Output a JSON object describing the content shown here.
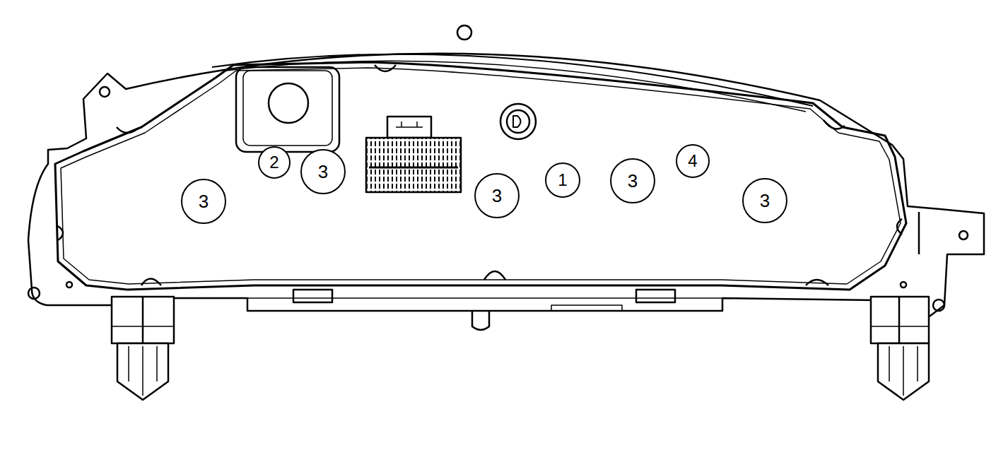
{
  "diagram": {
    "nodes": [
      {
        "text": [
          "3"
        ]
      },
      {
        "text": [
          "2"
        ]
      },
      {
        "text": [
          "3"
        ]
      },
      {
        "text": [
          "3"
        ]
      },
      {
        "text": [
          "1"
        ]
      },
      {
        "text": [
          "3"
        ]
      },
      {
        "text": [
          "4"
        ]
      },
      {
        "text": [
          "3"
        ]
      }
    ]
  }
}
